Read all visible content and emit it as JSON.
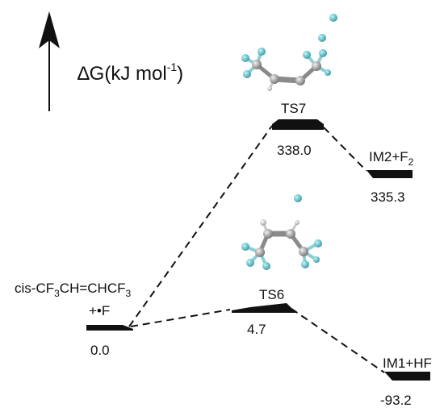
{
  "axis": {
    "label_prefix": "∆G(kJ mol",
    "label_exp": "-1",
    "label_suffix": ")"
  },
  "levels": {
    "reactant": {
      "name_line1": {
        "a": "cis-CF",
        "b": "3",
        "c": "CH=CHCF",
        "d": "3"
      },
      "name_line2": "+•F",
      "value": "0.0"
    },
    "ts7": {
      "name": "TS7",
      "value": "338.0"
    },
    "im2": {
      "name_prefix": "IM2+F",
      "name_sub": "2",
      "value": "335.3"
    },
    "ts6": {
      "name": "TS6",
      "value": "4.7"
    },
    "im1": {
      "name": "IM1+HF",
      "value": "-93.2"
    }
  },
  "colors": {
    "carbon": "#9a9a9a",
    "fluorine": "#6ac4cc",
    "hydrogen": "#d8d8d8",
    "line": "#111111"
  },
  "icons": [
    "up-arrow-icon",
    "molecule-ts7-icon",
    "molecule-ts6-icon"
  ]
}
